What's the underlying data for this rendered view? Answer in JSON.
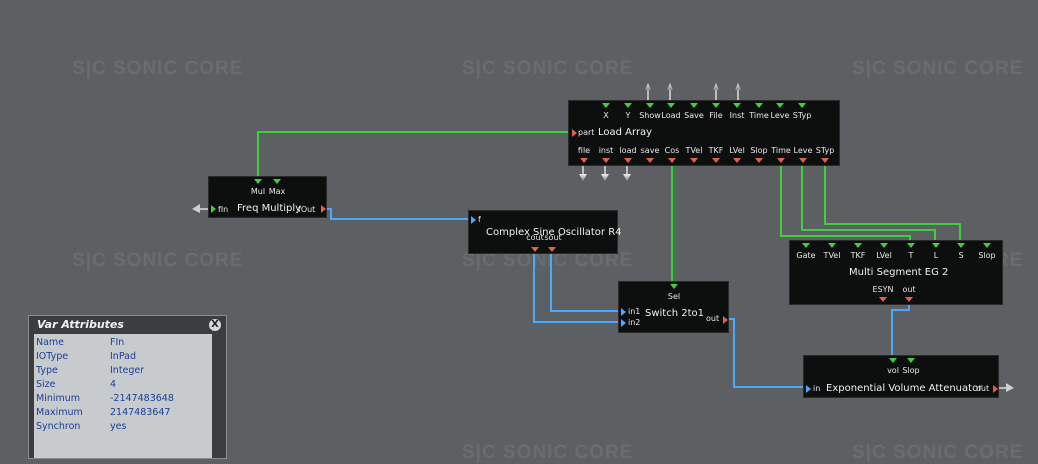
{
  "watermark": "S|C  SONIC CORE",
  "colors": {
    "background": "#5d6063",
    "wire_green": "#3ecf3e",
    "wire_blue": "#4aa8ff",
    "input_port": "#3ecf3e",
    "output_port": "#e0604a"
  },
  "modules": {
    "load_array": {
      "title": "Load Array",
      "in_left": "part",
      "top_inputs": [
        "X",
        "Y",
        "Show",
        "Load",
        "Save",
        "File",
        "Inst",
        "Time",
        "Leve",
        "STyp"
      ],
      "bottom_outputs": [
        "file",
        "inst",
        "load",
        "save",
        "Cos",
        "TVel",
        "TKF",
        "LVel",
        "Slop",
        "Time",
        "Leve",
        "STyp"
      ]
    },
    "freq_multiply": {
      "title": "Freq Multiply",
      "in_left": "fIn",
      "out_right": "fOut",
      "top_inputs": [
        "Mul",
        "Max"
      ]
    },
    "sine_osc": {
      "title": "Complex Sine Oscillator R4",
      "in_left": "f",
      "bottom_outputs": [
        "cout",
        "sout"
      ]
    },
    "switch": {
      "title": "Switch 2to1",
      "top_inputs": [
        "Sel"
      ],
      "in_left": [
        "in1",
        "in2"
      ],
      "out_right": "out"
    },
    "multi_eg": {
      "title": "Multi Segment EG 2",
      "top_inputs": [
        "Gate",
        "TVel",
        "TKF",
        "LVel",
        "T",
        "L",
        "S",
        "Slop"
      ],
      "bottom_outputs": [
        "ESYN",
        "out"
      ]
    },
    "exp_vol": {
      "title": "Exponential Volume Attenuator",
      "in_left": "in",
      "out_right": "out",
      "top_inputs": [
        "vol",
        "Slop"
      ]
    }
  },
  "var_attributes": {
    "title": "Var Attributes",
    "close_label": "X",
    "rows": [
      {
        "key": "Name",
        "value": "FIn"
      },
      {
        "key": "IOType",
        "value": "InPad"
      },
      {
        "key": "Type",
        "value": "Integer"
      },
      {
        "key": "Size",
        "value": "4"
      },
      {
        "key": "Minimum",
        "value": "-2147483648"
      },
      {
        "key": "Maximum",
        "value": "2147483647"
      },
      {
        "key": "Synchron",
        "value": "yes"
      }
    ]
  }
}
